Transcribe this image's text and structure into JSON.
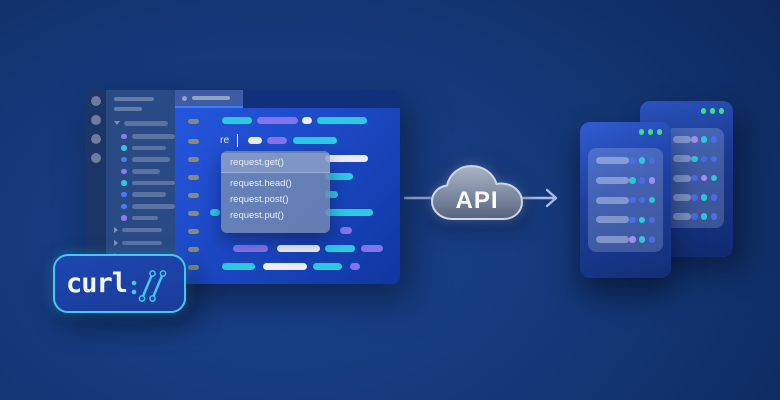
{
  "illustration_title": "curl to API to servers flow",
  "colors": {
    "accent_cyan": "#2bc9e4",
    "accent_purple": "#8274ee",
    "accent_blue": "#4a6ce8",
    "accent_green": "#3edc8e",
    "bar_white": "#e9edf6",
    "badge_border": "#41c8f4",
    "code_bg": "#1c48c4",
    "background_navy": "#0c2458"
  },
  "editor": {
    "activity_circles": 4,
    "sidebar": {
      "headers": [
        40,
        28
      ],
      "tree_parent_bar": 44,
      "files": [
        {
          "dot": "purple",
          "bar": 46
        },
        {
          "dot": "cyan",
          "bar": 34
        },
        {
          "dot": "blue",
          "bar": 38
        },
        {
          "dot": "purple",
          "bar": 28
        },
        {
          "dot": "cyan",
          "bar": 44
        },
        {
          "dot": "blue",
          "bar": 34
        },
        {
          "dot": "blue",
          "bar": 46
        },
        {
          "dot": "purple",
          "bar": 26
        }
      ],
      "folders": [
        40,
        40,
        38
      ]
    },
    "code": {
      "typed_text": "re",
      "lines": [
        {
          "segs": [
            [
              47,
              30,
              "cyan"
            ],
            [
              82,
              41,
              "purple"
            ],
            [
              127,
              10,
              "white"
            ],
            [
              142,
              50,
              "cyan"
            ]
          ]
        },
        {
          "typed": true,
          "segs": [
            [
              73,
              14,
              "white"
            ],
            [
              92,
              20,
              "purple"
            ],
            [
              118,
              44,
              "cyan"
            ]
          ]
        },
        {
          "segs": [
            [
              150,
              43,
              "white"
            ]
          ]
        },
        {
          "segs": [
            [
              150,
              28,
              "cyan"
            ]
          ]
        },
        {
          "segs": [
            [
              150,
              13,
              "cyan"
            ]
          ]
        },
        {
          "segs": [
            [
              35,
              10,
              "cyan"
            ],
            [
              150,
              48,
              "cyan"
            ]
          ]
        },
        {
          "segs": [
            [
              165,
              12,
              "purple"
            ]
          ]
        },
        {
          "segs": [
            [
              58,
              35,
              "purple"
            ],
            [
              102,
              43,
              "white"
            ],
            [
              150,
              30,
              "cyan"
            ],
            [
              186,
              22,
              "purple"
            ]
          ]
        },
        {
          "segs": [
            [
              47,
              33,
              "cyan"
            ],
            [
              88,
              44,
              "white"
            ],
            [
              138,
              29,
              "cyan"
            ],
            [
              175,
              10,
              "purple"
            ]
          ]
        }
      ]
    },
    "autocomplete": {
      "items": [
        "request.get()",
        "request.head()",
        "request.post()",
        "request.put()"
      ],
      "selected_index": 0
    }
  },
  "api_cloud": {
    "label": "API"
  },
  "curl_badge": {
    "name": "curl",
    "protocol": "://"
  },
  "servers": {
    "back": {
      "status_dots": 3,
      "rows": [
        [
          "purple",
          "cyan",
          "blue"
        ],
        [
          "cyan",
          "blue",
          "blue"
        ],
        [
          "blue",
          "purple",
          "cyan"
        ],
        [
          "blue",
          "cyan",
          "blue"
        ],
        [
          "blue",
          "cyan",
          "blue"
        ]
      ]
    },
    "front": {
      "status_dots": 3,
      "rows": [
        [
          "blue",
          "cyan",
          "blue"
        ],
        [
          "cyan",
          "blue",
          "purple"
        ],
        [
          "blue",
          "blue",
          "cyan"
        ],
        [
          "blue",
          "cyan",
          "blue"
        ],
        [
          "purple",
          "cyan",
          "blue"
        ]
      ]
    }
  }
}
